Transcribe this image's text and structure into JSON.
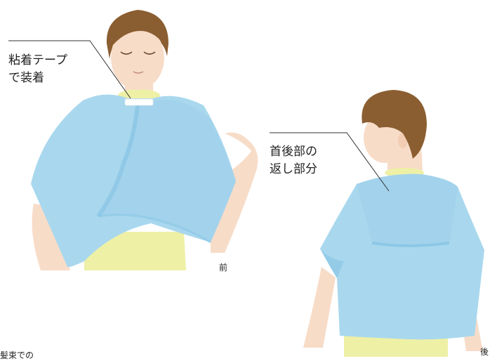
{
  "labels": {
    "front_callout": [
      "粘着テープ",
      "で装着"
    ],
    "back_callout": [
      "首後部の",
      "返し部分"
    ],
    "front_caption": "前",
    "back_caption": "後",
    "cut_text": "髪束での"
  },
  "colors": {
    "cape": "#a9d8ee",
    "cape_shadow": "#7fbfe2",
    "skin": "#f7dcc8",
    "hair": "#8b5e31",
    "shirt": "#eef0a6",
    "tape": "#ffffff",
    "line": "#333333"
  }
}
